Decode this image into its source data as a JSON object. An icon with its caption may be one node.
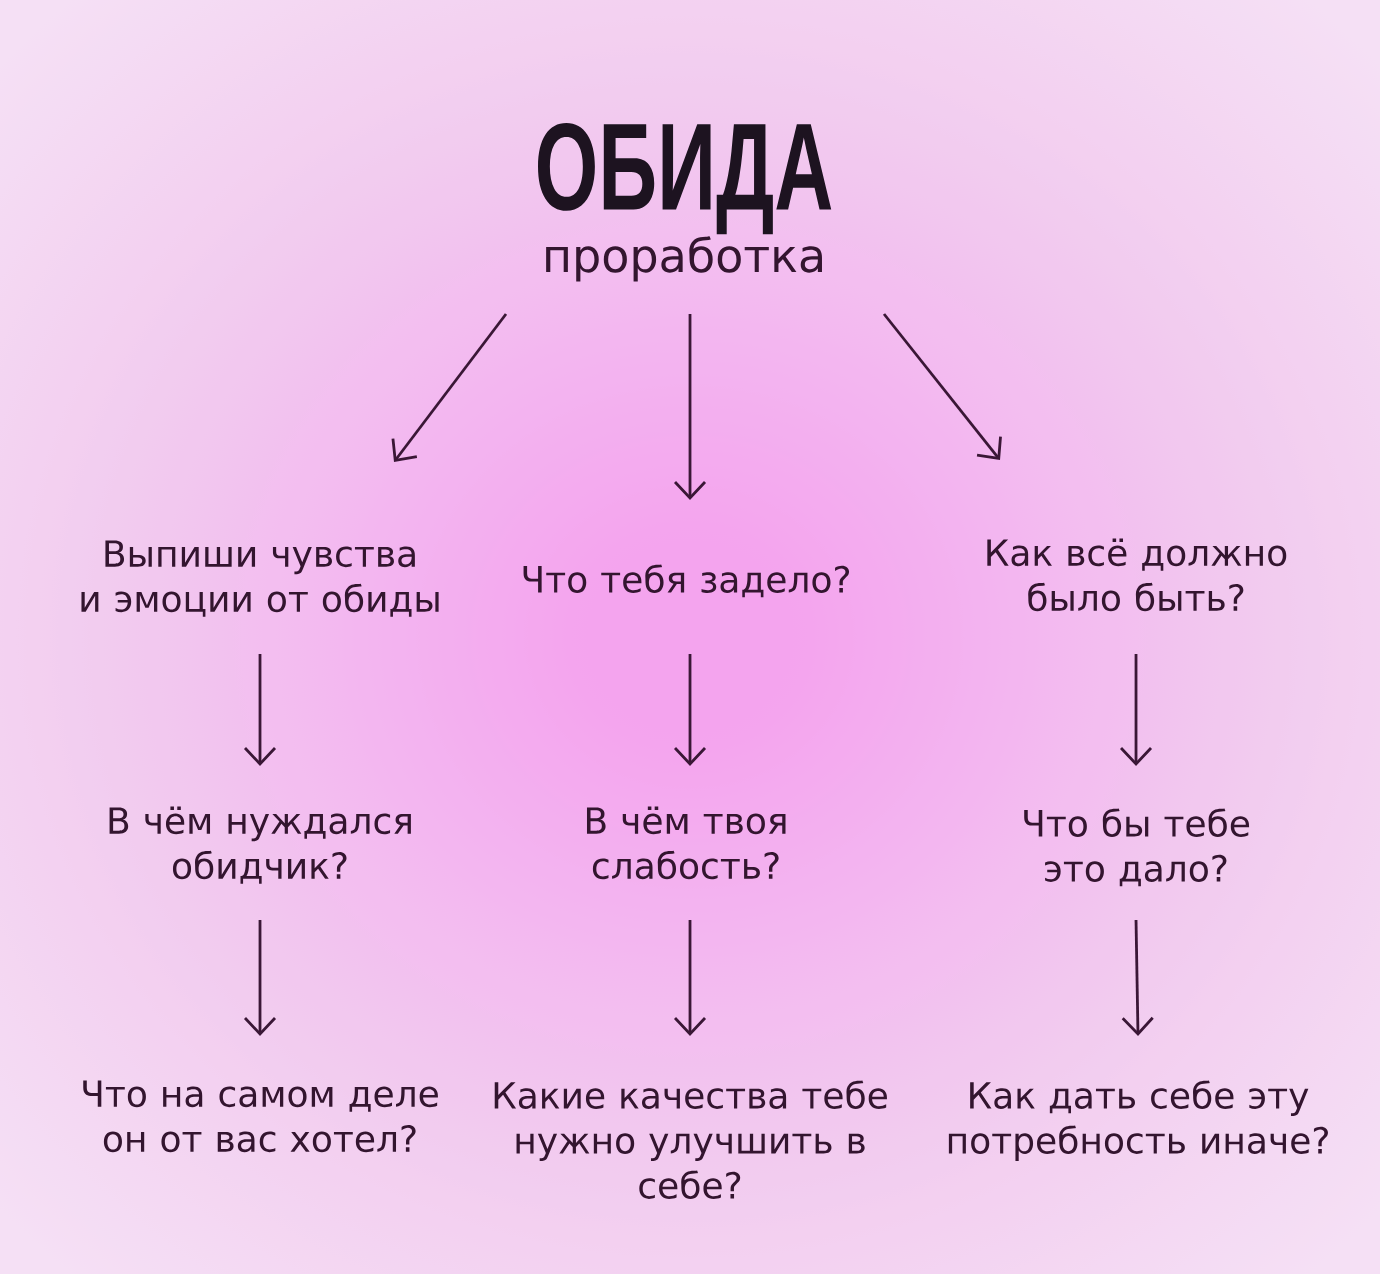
{
  "diagram": {
    "nodes": [
      {
        "text": [
          "ОБИДА",
          "проработка"
        ]
      },
      {
        "text": [
          "Выпиши чувства и эмоции от обиды"
        ]
      },
      {
        "text": [
          "Что тебя задело?"
        ]
      },
      {
        "text": [
          "Как всё должно было быть?"
        ]
      },
      {
        "text": [
          "В чём нуждался обидчик?"
        ]
      },
      {
        "text": [
          "В чём твоя слабость?"
        ]
      },
      {
        "text": [
          "Что бы тебе это дало?"
        ]
      },
      {
        "text": [
          "Что на самом деле он от вас хотел?"
        ]
      },
      {
        "text": [
          "Какие качества тебе нужно улучшить в себе?"
        ]
      },
      {
        "text": [
          "Как дать себе эту потребность иначе?"
        ]
      }
    ],
    "edges": [
      {
        "from": 0,
        "to": 1,
        "arrow": "to"
      },
      {
        "from": 0,
        "to": 2,
        "arrow": "to"
      },
      {
        "from": 0,
        "to": 3,
        "arrow": "to"
      },
      {
        "from": 1,
        "to": 4,
        "arrow": "to"
      },
      {
        "from": 2,
        "to": 5,
        "arrow": "to"
      },
      {
        "from": 3,
        "to": 6,
        "arrow": "to"
      },
      {
        "from": 4,
        "to": 7,
        "arrow": "to"
      },
      {
        "from": 5,
        "to": 8,
        "arrow": "to"
      },
      {
        "from": 6,
        "to": 9,
        "arrow": "to"
      }
    ]
  }
}
